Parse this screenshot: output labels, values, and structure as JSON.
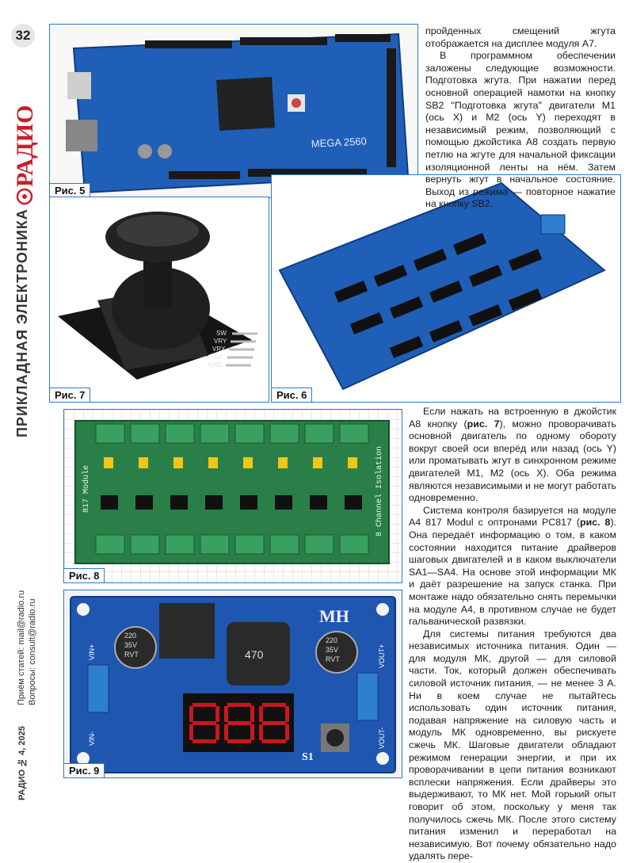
{
  "margin": {
    "page_number": "32",
    "logo": "РАДИО",
    "rubric": "ПРИКЛАДНАЯ ЭЛЕКТРОНИКА",
    "contact_line1": "Приём статей: mail@radio.ru",
    "contact_line2": "Вопросы: consult@radio.ru",
    "issue": "РАДИО № 4, 2025"
  },
  "figures": {
    "fig5": {
      "caption": "Рис. 5",
      "board_label": "MEGA 2560"
    },
    "fig6": {
      "caption": "Рис. 6"
    },
    "fig7": {
      "caption": "Рис. 7",
      "pins": [
        "GND",
        "+5V",
        "VRX",
        "VRY",
        "SW"
      ]
    },
    "fig8": {
      "caption": "Рис. 8",
      "label_left": "817 Module",
      "label_right": "8 Channel Isolation"
    },
    "fig9": {
      "caption": "Рис. 9",
      "brand": "MH",
      "cap1": [
        "220",
        "35V",
        "RVT"
      ],
      "cap2": [
        "220",
        "35V",
        "RVT"
      ],
      "inductor": "470",
      "vin_plus": "VIN+",
      "vin_minus": "VIN-",
      "vout_plus": "VOUT+",
      "vout_minus": "VOUT-",
      "button": "S1"
    }
  },
  "text": {
    "col1_p1": "пройденных смещений жгута отображается на дисплее модуля А7.",
    "col1_p2": "В программном обеспечении заложены следующие возможности. Подготовка жгута. При нажатии перед основной операцией намотки на кнопку SB2 \"Подготовка жгута\" двигатели M1 (ось X) и M2 (ось Y) переходят в независимый режим, позволяющий с помощью джойстика А8 создать первую петлю на жгуте для начальной фиксации изоляционной ленты на нём. Затем вернуть жгут в начальное состояние. Выход из режима — повторное нажатие на кнопку SB2.",
    "col2_p1a": "Если нажать на встроенную в джойстик А8 кнопку (",
    "col2_p1b": "рис. 7",
    "col2_p1c": "), можно проворачивать основной двигатель по одному обороту вокруг своей оси вперёд или назад (ось Y) или проматывать жгут в синхронном режиме двигателей M1, M2 (ось X). Оба режима являются независимыми и не могут работать одновременно.",
    "col2_p2a": "Система контроля базируется на модуле А4 817 Modul с оптронами PC817 (",
    "col2_p2b": "рис. 8",
    "col2_p2c": "). Она передаёт информацию о том, в каком состоянии находится питание драйверов шаговых двигателей и в каком выключатели SA1—SA4. На основе этой информации МК и даёт разрешение на запуск станка. При монтаже надо обязательно снять перемычки на модуле А4, в противном случае не будет гальванической развязки.",
    "col2_p3": "Для системы питания требуются два независимых источника питания. Один — для модуля МК, другой — для силовой части. Ток, который должен обеспечивать силовой источник питания, — не менее 3 А. Ни в коем случае не пытайтесь использовать один источник питания, подавая напряжение на силовую часть и модуль МК одновременно, вы рискуете сжечь МК. Шаговые двигатели обладают режимом генерации энергии, и при их проворачивании в цепи питания возникают всплески напряжения. Если драйверы это выдерживают, то МК нет. Мой горький опыт говорит об этом, поскольку у меня так получилось сжечь МК. После этого систему питания изменил и переработал на независимую. Вот почему обязательно надо удалять пере-"
  },
  "colors": {
    "accent": "#2f78c5",
    "board_blue": "#1f5fb8",
    "board_green": "#2a7f48",
    "logo_red": "#c8202a"
  }
}
